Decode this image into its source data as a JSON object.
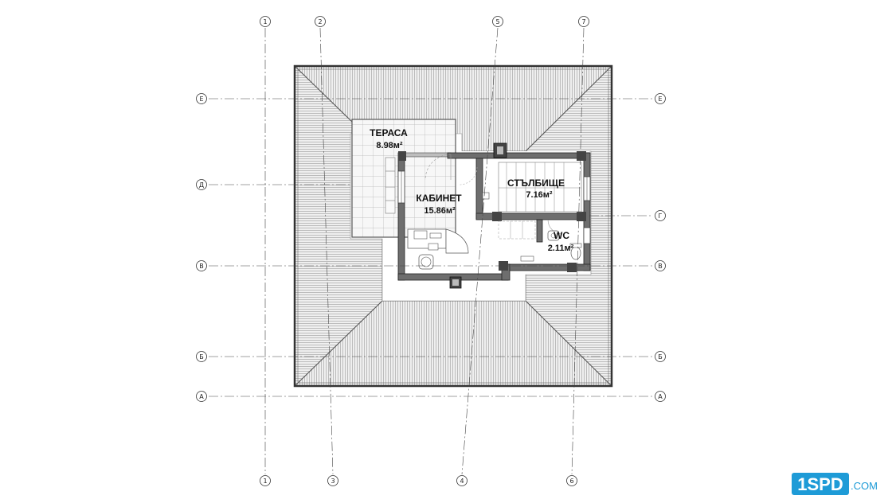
{
  "axes": {
    "top": [
      "1",
      "2",
      "5",
      "7"
    ],
    "bottom": [
      "1",
      "3",
      "4",
      "6"
    ],
    "left": [
      "Е",
      "Д",
      "В",
      "Б",
      "А"
    ],
    "right": [
      "Е",
      "Г",
      "В",
      "Б",
      "А"
    ]
  },
  "rooms": {
    "terrace": {
      "name": "ТЕРАСА",
      "area": "8.98м²"
    },
    "office": {
      "name": "КАБИНЕТ",
      "area": "15.86м²"
    },
    "stairwell": {
      "name": "СТЪЛБИЩЕ",
      "area": "7.16м²"
    },
    "wc": {
      "name": "WC",
      "area": "2.11м²"
    }
  },
  "logo": {
    "text": "1SPD",
    "suffix": ".COM",
    "color": "#1e9bd7"
  }
}
